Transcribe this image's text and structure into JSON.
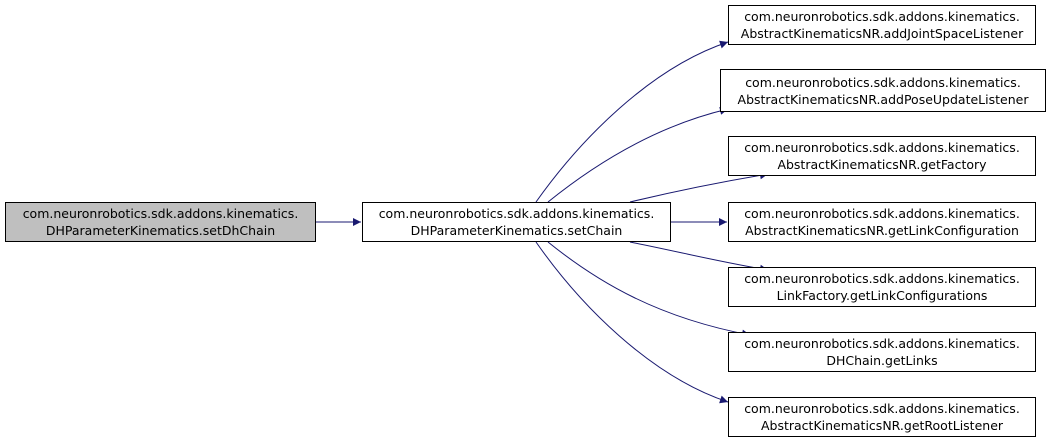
{
  "colors": {
    "edge": "#191970",
    "current_node_fill": "#bfbfbf",
    "node_border": "#000000"
  },
  "nodes": {
    "source": {
      "line1": "com.neuronrobotics.sdk.addons.kinematics.",
      "line2": "DHParameterKinematics.setDhChain"
    },
    "setchain": {
      "line1": "com.neuronrobotics.sdk.addons.kinematics.",
      "line2": "DHParameterKinematics.setChain"
    },
    "callees": [
      {
        "line1": "com.neuronrobotics.sdk.addons.kinematics.",
        "line2": "AbstractKinematicsNR.addJointSpaceListener"
      },
      {
        "line1": "com.neuronrobotics.sdk.addons.kinematics.",
        "line2": "AbstractKinematicsNR.addPoseUpdateListener"
      },
      {
        "line1": "com.neuronrobotics.sdk.addons.kinematics.",
        "line2": "AbstractKinematicsNR.getFactory"
      },
      {
        "line1": "com.neuronrobotics.sdk.addons.kinematics.",
        "line2": "AbstractKinematicsNR.getLinkConfiguration"
      },
      {
        "line1": "com.neuronrobotics.sdk.addons.kinematics.",
        "line2": "LinkFactory.getLinkConfigurations"
      },
      {
        "line1": "com.neuronrobotics.sdk.addons.kinematics.",
        "line2": "DHChain.getLinks"
      },
      {
        "line1": "com.neuronrobotics.sdk.addons.kinematics.",
        "line2": "AbstractKinematicsNR.getRootListener"
      }
    ]
  }
}
